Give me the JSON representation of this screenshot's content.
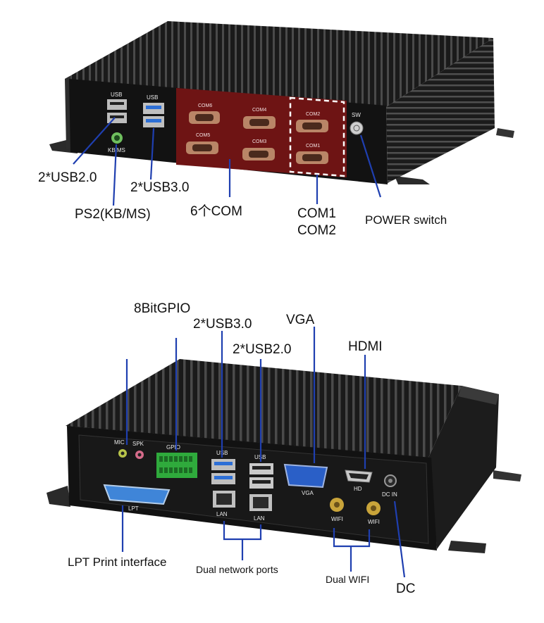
{
  "top": {
    "labels": {
      "usb20": "2*USB2.0",
      "usb30": "2*USB3.0",
      "ps2": "PS2(KB/MS)",
      "com6": "6个COM",
      "com1": "COM1",
      "com2": "COM2",
      "power": "POWER switch"
    },
    "panel": {
      "usb_a": "USB",
      "usb_b": "USB",
      "kbms": "KB/MS",
      "sw": "SW",
      "com_ports": [
        "COM6",
        "COM4",
        "COM2",
        "COM5",
        "COM3",
        "COM1"
      ]
    }
  },
  "bottom": {
    "labels": {
      "gpio": "8BitGPIO",
      "usb30": "2*USB3.0",
      "usb20": "2*USB2.0",
      "vga": "VGA",
      "hdmi": "HDMI",
      "lpt": "LPT Print interface",
      "lan": "Dual network ports",
      "wifi": "Dual WIFI",
      "dc": "DC"
    },
    "panel": {
      "mic": "MIC",
      "spk": "SPK",
      "gpio": "GPIO",
      "usb_a": "USB",
      "usb_b": "USB",
      "lpt": "LPT",
      "lan_a": "LAN",
      "lan_b": "LAN",
      "vga": "VGA",
      "hd": "HD",
      "dcin": "DC IN",
      "wifi_a": "WIFI",
      "wifi_b": "WIFI"
    }
  },
  "colors": {
    "chassis": "#161616",
    "fin_light": "#5a5a5a",
    "com_panel": "#6e1414",
    "leader": "#1f3fb0",
    "usb3": "#2d6fd6",
    "gpio": "#2faa3c",
    "vga": "#2a5fc7",
    "lpt": "#3f85d8"
  }
}
